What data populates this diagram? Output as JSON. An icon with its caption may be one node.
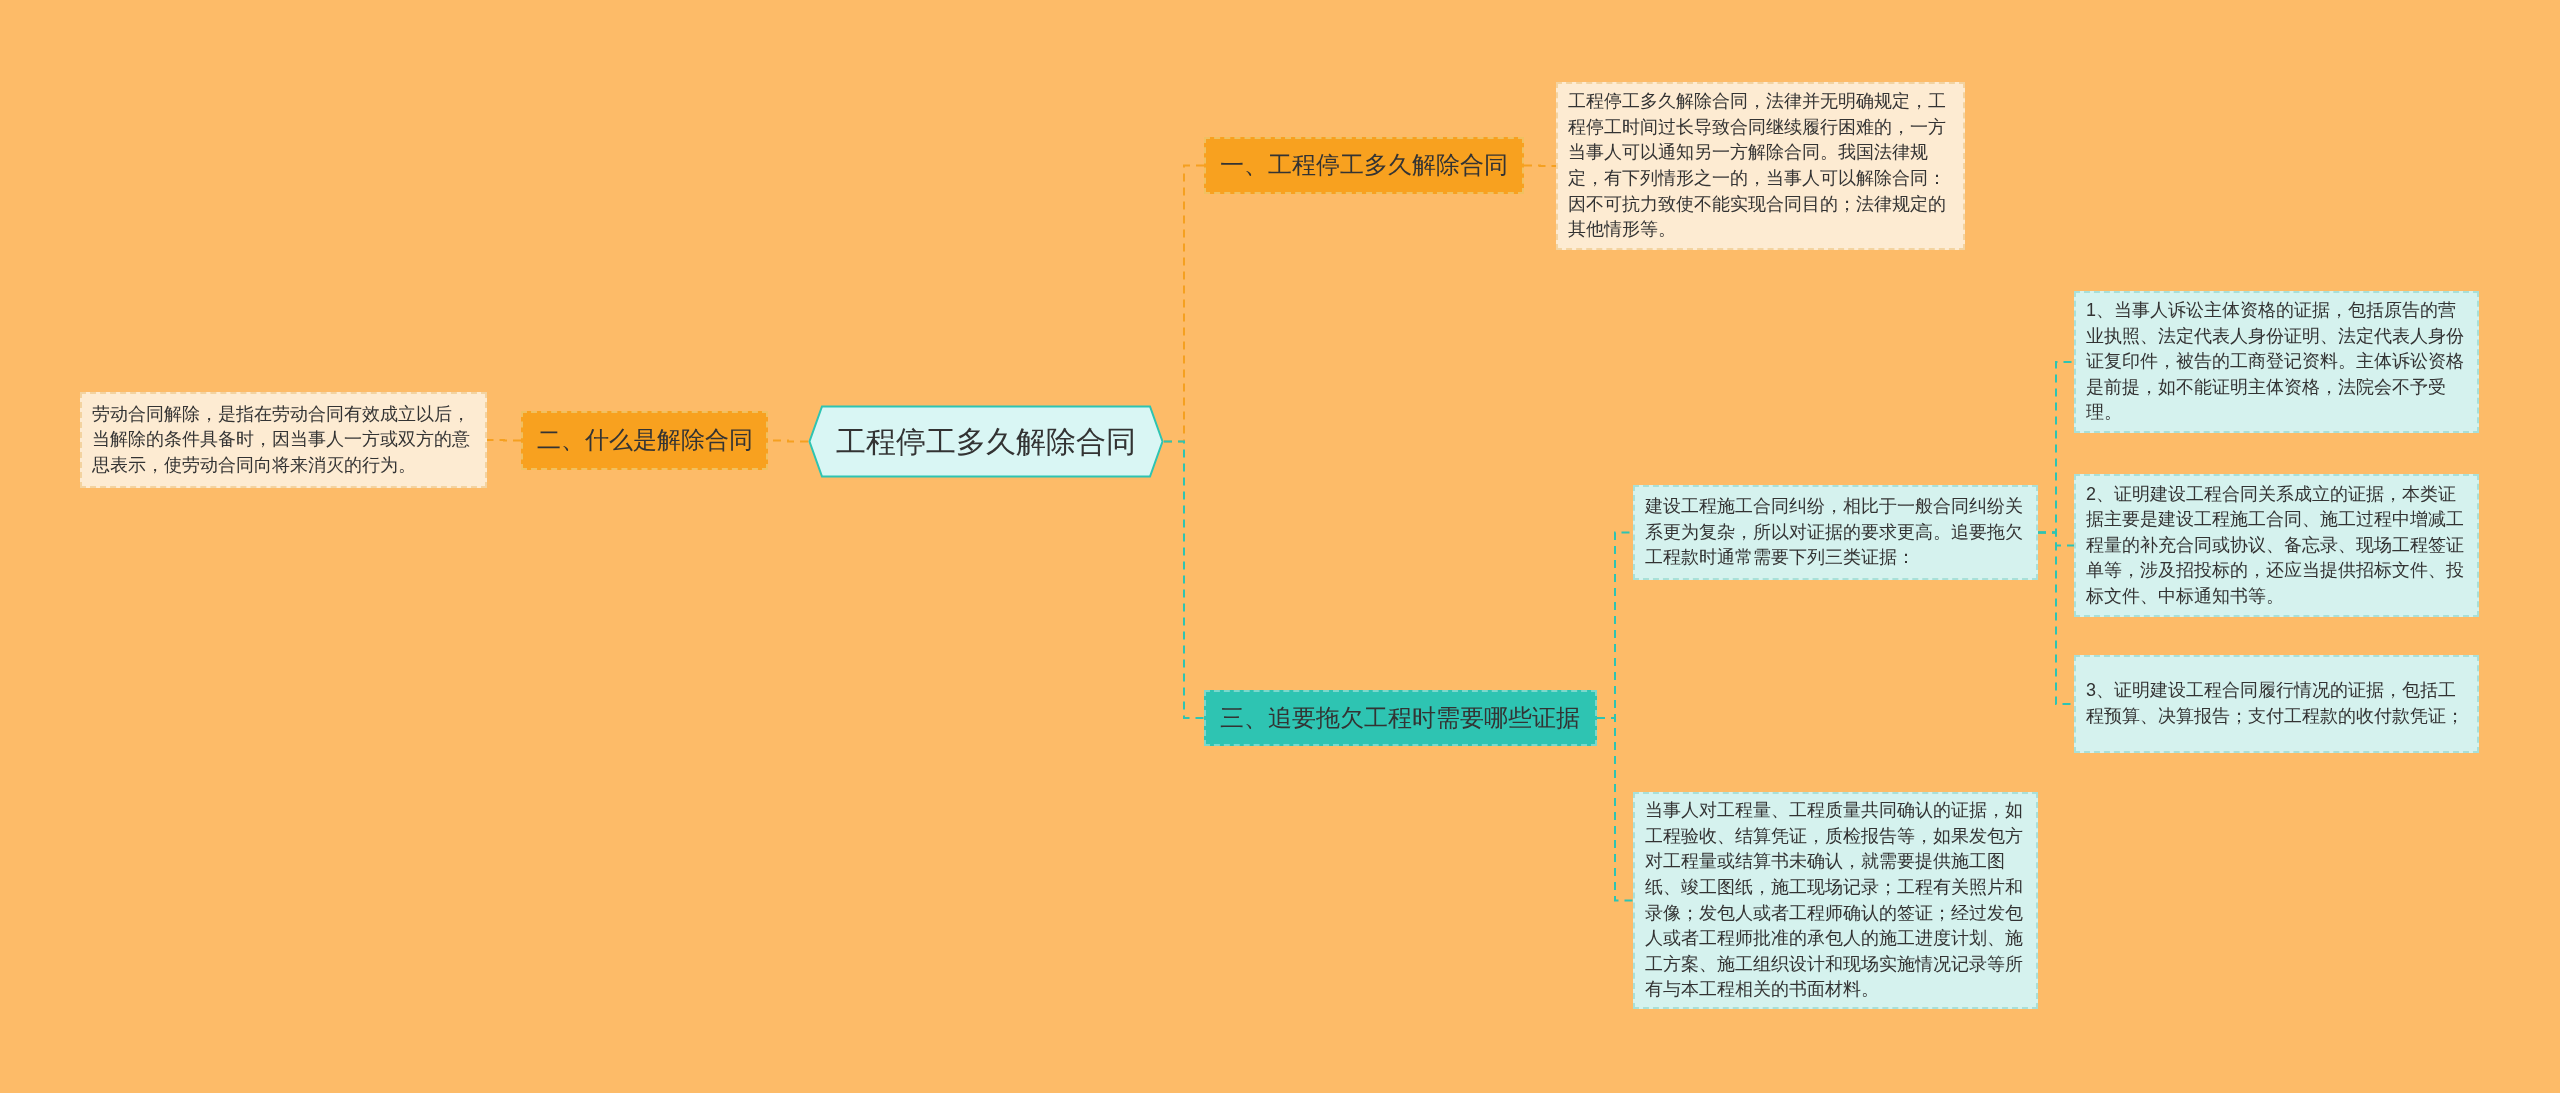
{
  "diagram": {
    "nodes": [
      {
        "text": [
          "工程停工多久解除合同"
        ]
      },
      {
        "text": [
          "一、工程停工多久解除合同"
        ]
      },
      {
        "text": [
          "工程停工多久解除合同，法律并无明确规定，工程停工时间过长导致合同继续履行困难的，一方当事人可以通知另一方解除合同。我国法律规定，有下列情形之一的，当事人可以解除合同：因不可抗力致使不能实现合同目的；法律规定的其他情形等。"
        ]
      },
      {
        "text": [
          "二、什么是解除合同"
        ]
      },
      {
        "text": [
          "劳动合同解除，是指在劳动合同有效成立以后，当解除的条件具备时，因当事人一方或双方的意思表示，使劳动合同向将来消灭的行为。"
        ]
      },
      {
        "text": [
          "三、追要拖欠工程时需要哪些证据"
        ]
      },
      {
        "text": [
          "建设工程施工合同纠纷，相比于一般合同纠纷关系更为复杂，所以对证据的要求更高。追要拖欠工程款时通常需要下列三类证据："
        ]
      },
      {
        "text": [
          "1、当事人诉讼主体资格的证据，包括原告的营业执照、法定代表人身份证明、法定代表人身份证复印件，被告的工商登记资料。主体诉讼资格是前提，如不能证明主体资格，法院会不予受理。"
        ]
      },
      {
        "text": [
          "2、证明建设工程合同关系成立的证据，本类证据主要是建设工程施工合同、施工过程中增减工程量的补充合同或协议、备忘录、现场工程签证单等，涉及招投标的，还应当提供招标文件、投标文件、中标通知书等。"
        ]
      },
      {
        "text": [
          "3、证明建设工程合同履行情况的证据，包括工程预算、决算报告；支付工程款的收付款凭证；"
        ]
      },
      {
        "text": [
          "当事人对工程量、工程质量共同确认的证据，如工程验收、结算凭证，质检报告等，如果发包方对工程量或结算书未确认，就需要提供施工图纸、竣工图纸，施工现场记录；工程有关照片和录像；发包人或者工程师确认的签证；经过发包人或者工程师批准的承包人的施工进度计划、施工方案、施工组织设计和现场实施情况记录等所有与本工程相关的书面材料。"
        ]
      }
    ],
    "edges": [
      {
        "from": 0,
        "to": 1,
        "arrow": "none",
        "style": "dashed",
        "color": "#f5a020"
      },
      {
        "from": 1,
        "to": 2,
        "arrow": "none",
        "style": "dashed",
        "color": "#f5a020"
      },
      {
        "from": 0,
        "to": 3,
        "arrow": "none",
        "style": "dashed",
        "color": "#f5a020"
      },
      {
        "from": 3,
        "to": 4,
        "arrow": "none",
        "style": "dashed",
        "color": "#f5a020"
      },
      {
        "from": 0,
        "to": 5,
        "arrow": "none",
        "style": "dashed"
      },
      {
        "from": 5,
        "to": 6,
        "arrow": "none",
        "style": "dashed"
      },
      {
        "from": 6,
        "to": 7,
        "arrow": "none",
        "style": "dashed"
      },
      {
        "from": 6,
        "to": 8,
        "arrow": "none",
        "style": "dashed"
      },
      {
        "from": 6,
        "to": 9,
        "arrow": "none",
        "style": "dashed"
      },
      {
        "from": 5,
        "to": 10,
        "arrow": "none",
        "style": "dashed"
      }
    ]
  }
}
